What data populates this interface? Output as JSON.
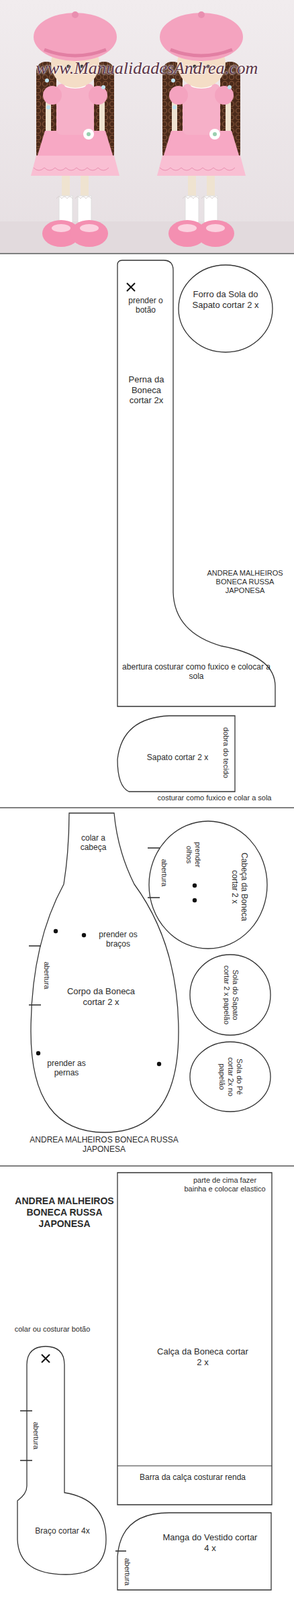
{
  "diagram": {
    "nodes": [
      {
        "text": [
          "prender o botão",
          "Perna da Boneca cortar 2x",
          "abertura costurar como fuxico e colocar a sola"
        ]
      },
      {
        "text": [
          "Forro da Sola do Sapato cortar 2 x"
        ]
      },
      {
        "text": [
          "Sapato cortar 2 x",
          "dobra do tecido",
          "costurar como fuxico e colar a sola"
        ]
      },
      {
        "text": [
          "colar a cabeça",
          "prender os braços",
          "abertura",
          "Corpo da Boneca cortar 2 x",
          "prender as pernas"
        ]
      },
      {
        "text": [
          "abertura",
          "prender olhos",
          "Cabeça da Boneca cortar 2 x"
        ]
      },
      {
        "text": [
          "Sola do Sapato cortar 2 x papelão"
        ]
      },
      {
        "text": [
          "Sola do Pé cortar 2x no papelão"
        ]
      },
      {
        "text": [
          "parte de cima fazer bainha e colocar elastico",
          "Calça da Boneca cortar 2 x",
          "Barra da calça costurar renda"
        ]
      },
      {
        "text": [
          "colar ou costurar botão",
          "abertura",
          "Braço cortar 4x"
        ]
      },
      {
        "text": [
          "abertura",
          "Manga do Vestido cortar 4 x"
        ]
      }
    ],
    "labels": [
      "www.ManualidadesAndrea.com",
      "ANDREA MALHEIROS BONECA RUSSA JAPONESA",
      "ANDREA MALHEIROS BONECA RUSSA JAPONESA",
      "ANDREA MALHEIROS BONECA RUSSA JAPONESA"
    ]
  }
}
